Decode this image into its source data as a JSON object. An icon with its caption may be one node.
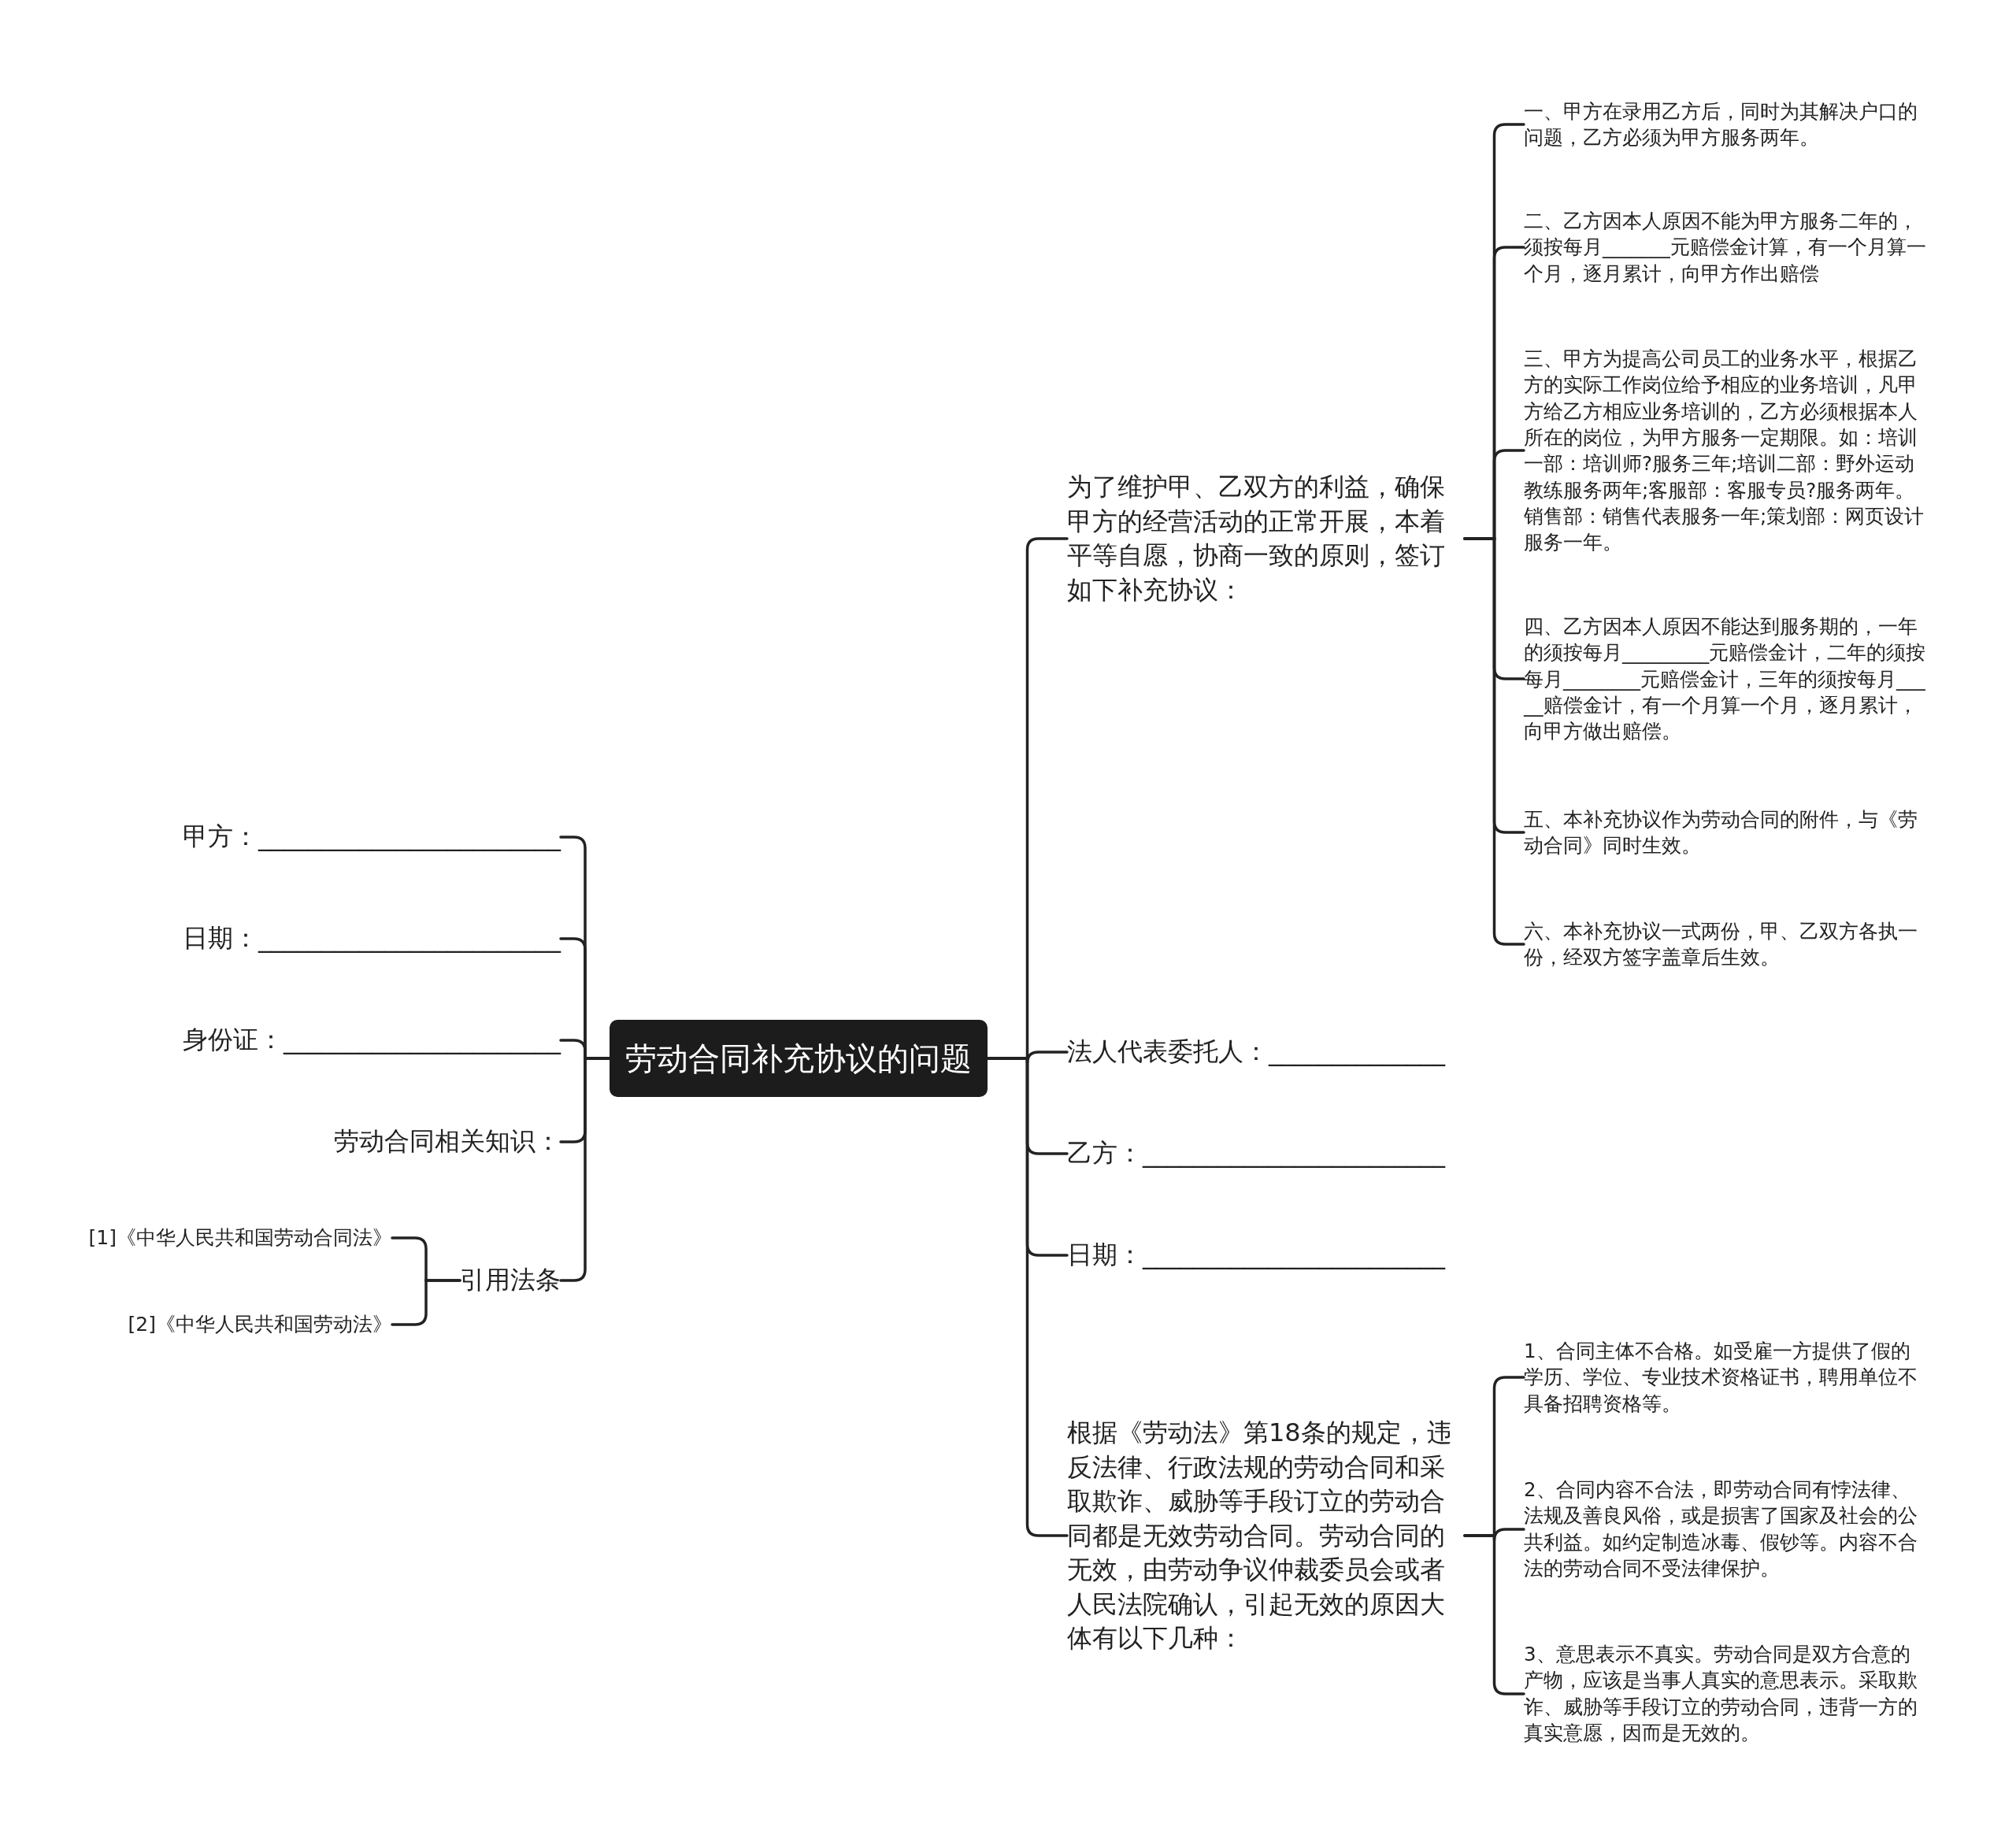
{
  "diagram": {
    "nodes": [
      {
        "text": [
          "劳动合同补充协议的问题"
        ]
      },
      {
        "text": [
          "甲方：________________________"
        ]
      },
      {
        "text": [
          "日期：________________________"
        ]
      },
      {
        "text": [
          "身份证：______________________"
        ]
      },
      {
        "text": [
          "劳动合同相关知识："
        ]
      },
      {
        "text": [
          "引用法条"
        ]
      },
      {
        "text": [
          "[1]《中华人民共和国劳动合同法》"
        ]
      },
      {
        "text": [
          "[2]《中华人民共和国劳动法》"
        ]
      },
      {
        "text": [
          "为了维护甲、乙双方的利益，确保甲方的经营活动的正常开展，本着平等自愿，协商一致的原则，签订如下补充协议："
        ]
      },
      {
        "text": [
          "一、甲方在录用乙方后，同时为其解决户口的问题，乙方必须为甲方服务两年。"
        ]
      },
      {
        "text": [
          "二、乙方因本人原因不能为甲方服务二年的，须按每月_______元赔偿金计算，有一个月算一个月，逐月累计，向甲方作出赔偿"
        ]
      },
      {
        "text": [
          "三、甲方为提高公司员工的业务水平，根据乙方的实际工作岗位给予相应的业务培训，凡甲方给乙方相应业务培训的，乙方必须根据本人所在的岗位，为甲方服务一定期限。如：培训一部：培训师?服务三年;培训二部：野外运动教练服务两年;客服部：客服专员?服务两年。销售部：销售代表服务一年;策划部：网页设计服务一年。"
        ]
      },
      {
        "text": [
          "四、乙方因本人原因不能达到服务期的，一年的须按每月_________元赔偿金计，二年的须按每月________元赔偿金计，三年的须按每月_____赔偿金计，有一个月算一个月，逐月累计，向甲方做出赔偿。"
        ]
      },
      {
        "text": [
          "五、本补充协议作为劳动合同的附件，与《劳动合同》同时生效。"
        ]
      },
      {
        "text": [
          "六、本补充协议一式两份，甲、乙双方各执一份，经双方签字盖章后生效。"
        ]
      },
      {
        "text": [
          "法人代表委托人：______________"
        ]
      },
      {
        "text": [
          "乙方：________________________"
        ]
      },
      {
        "text": [
          "日期：________________________"
        ]
      },
      {
        "text": [
          "根据《劳动法》第18条的规定，违反法律、行政法规的劳动合同和采取欺诈、威胁等手段订立的劳动合同都是无效劳动合同。劳动合同的无效，由劳动争议仲裁委员会或者人民法院确认，引起无效的原因大体有以下几种："
        ]
      },
      {
        "text": [
          "1、合同主体不合格。如受雇一方提供了假的学历、学位、专业技术资格证书，聘用单位不具备招聘资格等。"
        ]
      },
      {
        "text": [
          "2、合同内容不合法，即劳动合同有悖法律、法规及善良风俗，或是损害了国家及社会的公共利益。如约定制造冰毒、假钞等。内容不合法的劳动合同不受法律保护。"
        ]
      },
      {
        "text": [
          "3、意思表示不真实。劳动合同是双方合意的产物，应该是当事人真实的意思表示。采取欺诈、威胁等手段订立的劳动合同，违背一方的真实意愿，因而是无效的。"
        ]
      }
    ],
    "edges": [
      {
        "from": 0,
        "to": 1,
        "arrow": "none"
      },
      {
        "from": 0,
        "to": 2,
        "arrow": "none"
      },
      {
        "from": 0,
        "to": 3,
        "arrow": "none"
      },
      {
        "from": 0,
        "to": 4,
        "arrow": "none"
      },
      {
        "from": 0,
        "to": 5,
        "arrow": "none"
      },
      {
        "from": 5,
        "to": 6,
        "arrow": "none"
      },
      {
        "from": 5,
        "to": 7,
        "arrow": "none"
      },
      {
        "from": 0,
        "to": 8,
        "arrow": "none"
      },
      {
        "from": 8,
        "to": 9,
        "arrow": "none"
      },
      {
        "from": 8,
        "to": 10,
        "arrow": "none"
      },
      {
        "from": 8,
        "to": 11,
        "arrow": "none"
      },
      {
        "from": 8,
        "to": 12,
        "arrow": "none"
      },
      {
        "from": 8,
        "to": 13,
        "arrow": "none"
      },
      {
        "from": 8,
        "to": 14,
        "arrow": "none"
      },
      {
        "from": 0,
        "to": 15,
        "arrow": "none"
      },
      {
        "from": 0,
        "to": 16,
        "arrow": "none"
      },
      {
        "from": 0,
        "to": 17,
        "arrow": "none"
      },
      {
        "from": 0,
        "to": 18,
        "arrow": "none"
      },
      {
        "from": 18,
        "to": 19,
        "arrow": "none"
      },
      {
        "from": 18,
        "to": 20,
        "arrow": "none"
      },
      {
        "from": 18,
        "to": 21,
        "arrow": "none"
      }
    ]
  }
}
